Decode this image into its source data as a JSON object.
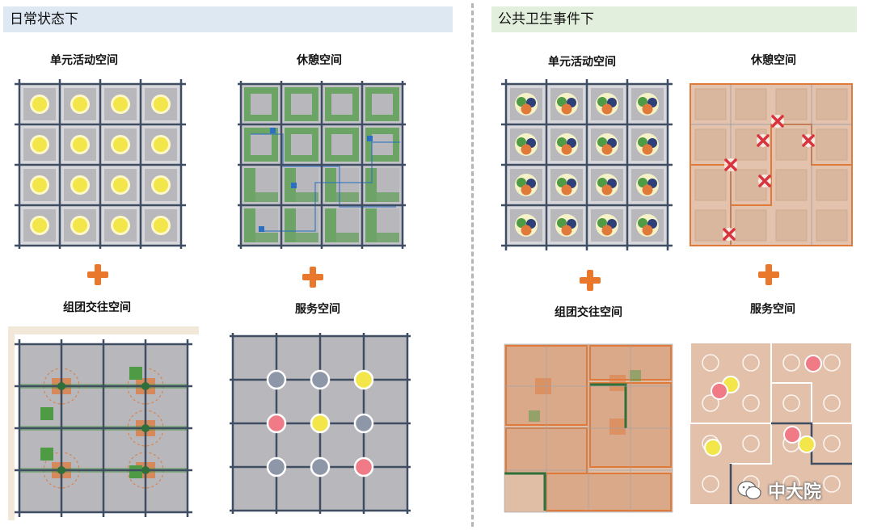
{
  "banners": {
    "normal": "日常状态下",
    "epidemic": "公共卫生事件下"
  },
  "labels": {
    "unit_activity": "单元活动空间",
    "rest": "休憩空间",
    "group_interaction": "组团交往空间",
    "service": "服务空间"
  },
  "watermark": {
    "text": "中大院"
  },
  "colors": {
    "grid_line": "#3f4d63",
    "cell": "#b8b8bc",
    "yellow": "#f2e64a",
    "pink": "#f07a86",
    "slate": "#8d97a8",
    "orange": "#e07a3a",
    "green": "#4f9a45",
    "blue": "#2a6fc0",
    "red_x": "#d9343d"
  }
}
